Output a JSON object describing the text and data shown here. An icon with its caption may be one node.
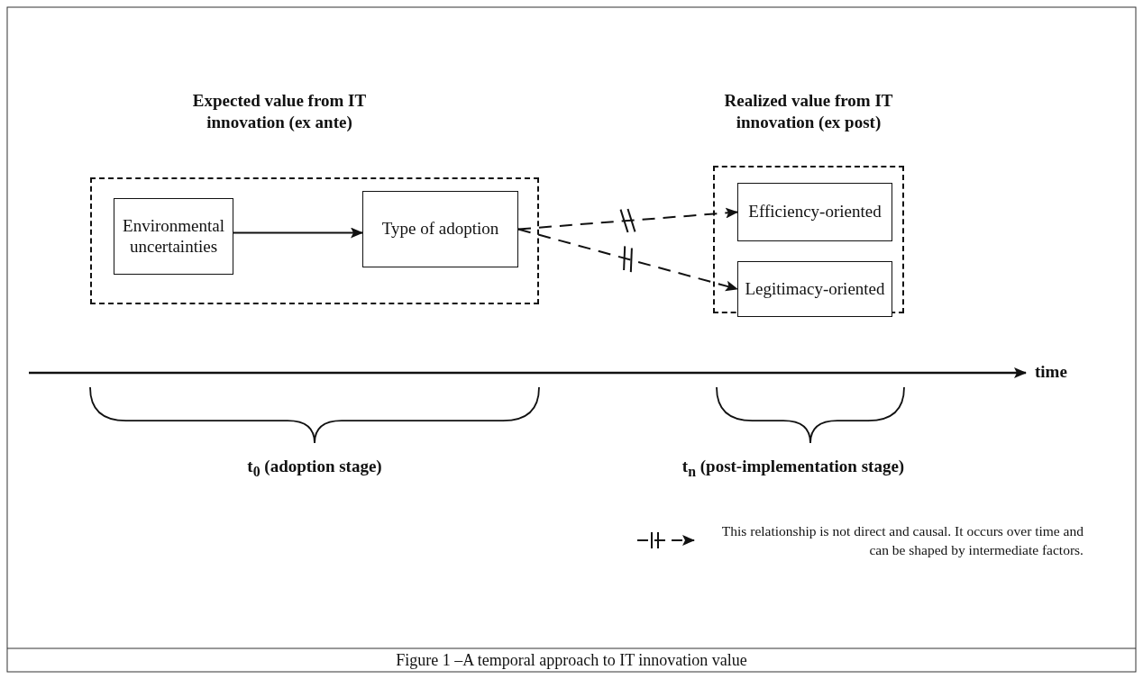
{
  "diagram": {
    "caption": "Figure 1 –A temporal approach to IT innovation value",
    "nodes": [
      {
        "text": [
          "Expected value from IT innovation (ex ante)"
        ]
      },
      {
        "text": [
          "Environmental uncertainties"
        ],
        "in": 0
      },
      {
        "text": [
          "Type of adoption"
        ],
        "in": 0
      },
      {
        "text": [
          "Realized value from IT innovation (ex post)"
        ]
      },
      {
        "text": [
          "Efficiency-oriented"
        ],
        "in": 3
      },
      {
        "text": [
          "Legitimacy-oriented"
        ],
        "in": 3
      }
    ],
    "edges": [
      {
        "from": 1,
        "to": 2,
        "arrow": "to"
      },
      {
        "from": 2,
        "to": 4,
        "arrow": "to",
        "style": "dashed"
      },
      {
        "from": 2,
        "to": 5,
        "arrow": "to",
        "style": "dashed"
      }
    ],
    "labels": [
      "time",
      "t$_{0}$ (adoption stage)",
      "t$_{n}$ (post-implementation stage)"
    ],
    "legend": [
      {
        "text": "This relationship is not direct and causal. It occurs over time and can be shaped by intermediate factors."
      }
    ]
  }
}
